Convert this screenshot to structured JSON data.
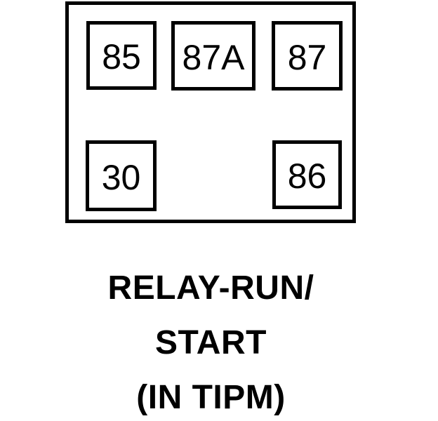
{
  "diagram": {
    "type": "relay-pinout",
    "pins": [
      {
        "id": "pin-85",
        "label": "85"
      },
      {
        "id": "pin-87a",
        "label": "87A"
      },
      {
        "id": "pin-87",
        "label": "87"
      },
      {
        "id": "pin-30",
        "label": "30"
      },
      {
        "id": "pin-86",
        "label": "86"
      }
    ],
    "caption": {
      "line1": "RELAY-RUN/",
      "line2": "START",
      "line3": "(IN TIPM)"
    },
    "colors": {
      "line": "#000000",
      "background": "#ffffff",
      "text": "#000000"
    }
  }
}
